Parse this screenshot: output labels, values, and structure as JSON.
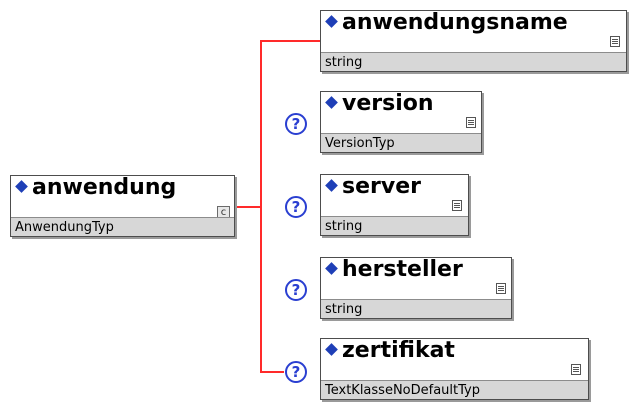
{
  "root": {
    "name": "anwendung",
    "type": "AnwendungTyp",
    "expander": "c"
  },
  "children": [
    {
      "name": "anwendungsname",
      "type": "string",
      "optional": false
    },
    {
      "name": "version",
      "type": "VersionTyp",
      "optional": true
    },
    {
      "name": "server",
      "type": "string",
      "optional": true
    },
    {
      "name": "hersteller",
      "type": "string",
      "optional": true
    },
    {
      "name": "zertifikat",
      "type": "TextKlasseNoDefaultTyp",
      "optional": true
    }
  ],
  "optional_marker": "?",
  "colors": {
    "connector": "#ff2a2a",
    "diamond": "#1e3fb7",
    "optional_icon": "#2a3fd1",
    "type_band": "#d7d7d7"
  }
}
